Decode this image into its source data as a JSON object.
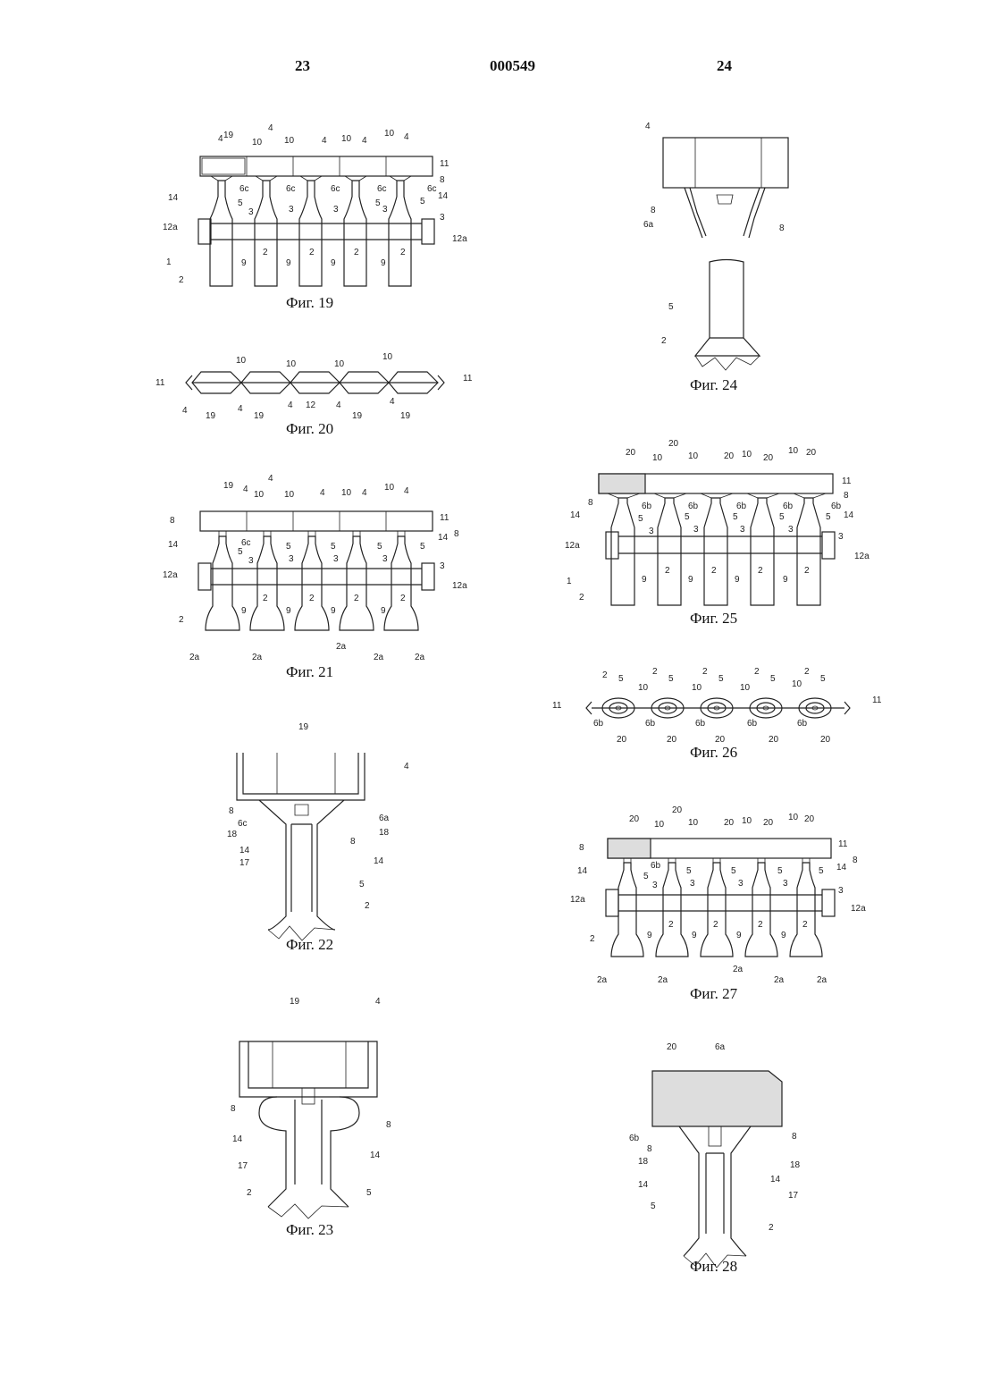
{
  "header": {
    "left_page": "23",
    "doc_number": "000549",
    "right_page": "24"
  },
  "figures": {
    "fig19": {
      "caption": "Фиг. 19",
      "labels": [
        "19",
        "4",
        "10",
        "4",
        "10",
        "4",
        "10",
        "4",
        "10",
        "4",
        "11",
        "8",
        "6c",
        "6c",
        "6c",
        "6c",
        "6c",
        "14",
        "5",
        "5",
        "14",
        "5",
        "3",
        "3",
        "3",
        "3",
        "3",
        "12a",
        "12a",
        "1",
        "2",
        "9",
        "9",
        "9",
        "9",
        "2",
        "2",
        "2",
        "2"
      ]
    },
    "fig20": {
      "caption": "Фиг. 20",
      "labels": [
        "10",
        "10",
        "10",
        "10",
        "11",
        "11",
        "4",
        "19",
        "4",
        "19",
        "4",
        "12",
        "4",
        "19",
        "4",
        "19"
      ]
    },
    "fig21": {
      "caption": "Фиг. 21",
      "labels": [
        "19",
        "4",
        "10",
        "4",
        "10",
        "4",
        "10",
        "4",
        "10",
        "4",
        "11",
        "8",
        "14",
        "6c",
        "5",
        "5",
        "5",
        "5",
        "5",
        "14",
        "8",
        "12a",
        "3",
        "3",
        "3",
        "3",
        "3",
        "12a",
        "2",
        "2",
        "2",
        "2",
        "2",
        "9",
        "9",
        "9",
        "9",
        "2a",
        "2a",
        "2a",
        "2a",
        "2a"
      ]
    },
    "fig22": {
      "caption": "Фиг. 22",
      "labels": [
        "19",
        "4",
        "8",
        "6c",
        "18",
        "14",
        "17",
        "6a",
        "18",
        "8",
        "14",
        "5",
        "2"
      ]
    },
    "fig23": {
      "caption": "Фиг. 23",
      "labels": [
        "19",
        "4",
        "8",
        "8",
        "14",
        "14",
        "17",
        "5",
        "2"
      ]
    },
    "fig24": {
      "caption": "Фиг. 24",
      "labels": [
        "4",
        "8",
        "6a",
        "8",
        "5",
        "2"
      ]
    },
    "fig25": {
      "caption": "Фиг. 25",
      "labels": [
        "20",
        "20",
        "10",
        "10",
        "20",
        "10",
        "20",
        "10",
        "20",
        "11",
        "8",
        "8",
        "14",
        "6b",
        "6b",
        "6b",
        "6b",
        "6b",
        "14",
        "5",
        "5",
        "5",
        "5",
        "5",
        "12a",
        "3",
        "3",
        "3",
        "3",
        "3",
        "12a",
        "1",
        "2",
        "9",
        "9",
        "9",
        "9",
        "2",
        "2",
        "2",
        "2"
      ]
    },
    "fig26": {
      "caption": "Фиг. 26",
      "labels": [
        "2",
        "5",
        "2",
        "5",
        "2",
        "5",
        "2",
        "5",
        "2",
        "5",
        "11",
        "11",
        "10",
        "10",
        "10",
        "10",
        "6b",
        "6b",
        "6b",
        "6b",
        "6b",
        "20",
        "20",
        "20",
        "20",
        "20"
      ]
    },
    "fig27": {
      "caption": "Фиг. 27",
      "labels": [
        "20",
        "20",
        "10",
        "10",
        "20",
        "10",
        "20",
        "10",
        "20",
        "11",
        "8",
        "14",
        "6b",
        "5",
        "5",
        "5",
        "5",
        "5",
        "14",
        "8",
        "12a",
        "3",
        "3",
        "3",
        "3",
        "3",
        "12a",
        "2",
        "2",
        "2",
        "2",
        "2",
        "9",
        "9",
        "9",
        "9",
        "2a",
        "2a",
        "2a",
        "2a",
        "2a"
      ]
    },
    "fig28": {
      "caption": "Фиг. 28",
      "labels": [
        "20",
        "6a",
        "6b",
        "8",
        "18",
        "14",
        "5",
        "8",
        "18",
        "14",
        "17",
        "2"
      ]
    }
  }
}
